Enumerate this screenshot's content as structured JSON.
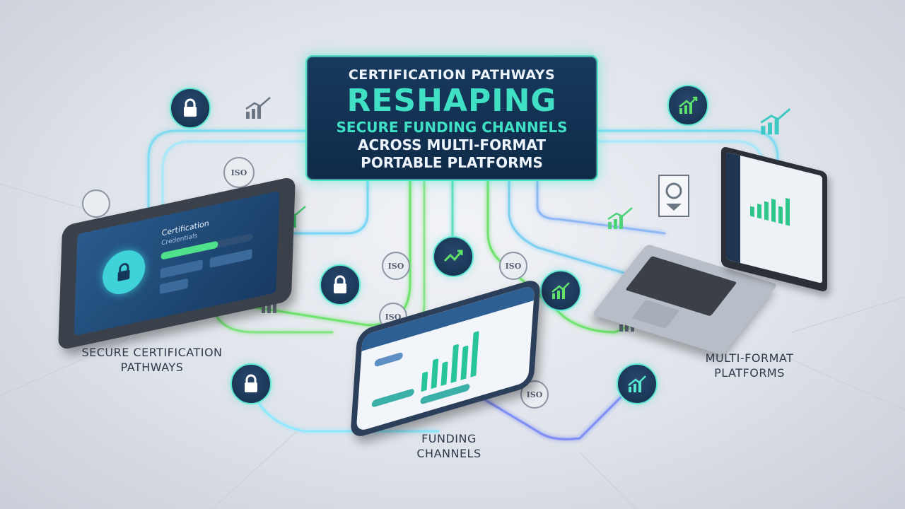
{
  "banner": {
    "line1": "Certification Pathways",
    "line2": "Reshaping",
    "line3": "Secure Funding Channels",
    "line4": "Across Multi-Format",
    "line5": "Portable Platforms"
  },
  "labels": {
    "left": [
      "Secure Certification",
      "Pathways"
    ],
    "center": [
      "Funding",
      "Channels"
    ],
    "right": [
      "Multi-Format",
      "Platforms"
    ]
  },
  "tablet_screen": {
    "title": "Certification",
    "subtitle": "Credentials",
    "progress_percent": 62
  },
  "badges": {
    "iso": "ISO"
  },
  "colors": {
    "accent_teal": "#3fe0c4",
    "accent_green": "#5fe26a",
    "accent_blue": "#6a9cf0",
    "banner_bg": "#173a5e"
  },
  "icons": [
    "lock-icon",
    "growth-chart-icon",
    "download-icon",
    "iso-badge-icon"
  ]
}
